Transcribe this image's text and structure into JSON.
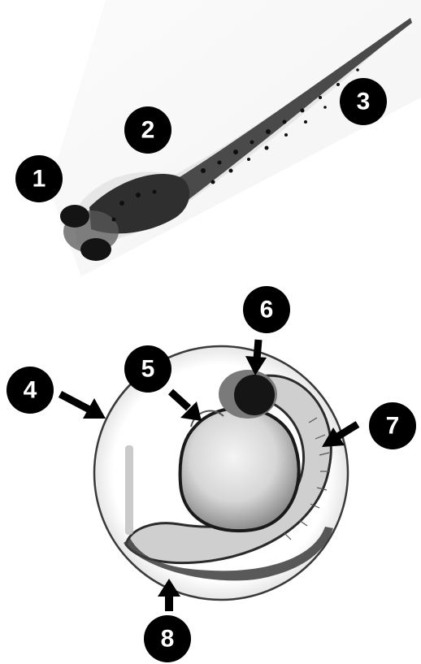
{
  "figure": {
    "subjects": [
      {
        "name": "larva",
        "color": "#2a2a2a"
      },
      {
        "name": "embryo",
        "color": "#1e1e1e"
      }
    ],
    "labels": [
      {
        "text": "1"
      },
      {
        "text": "2"
      },
      {
        "text": "3"
      },
      {
        "text": "4"
      },
      {
        "text": "5"
      },
      {
        "text": "6"
      },
      {
        "text": "7"
      },
      {
        "text": "8"
      }
    ]
  }
}
